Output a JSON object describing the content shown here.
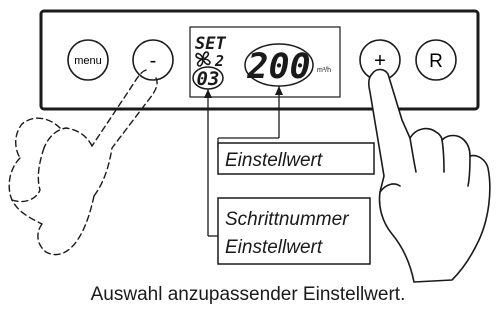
{
  "panel": {
    "buttons": {
      "menu_label": "menu",
      "minus_label": "-",
      "plus_label": "+",
      "reset_label": "R"
    },
    "display": {
      "mode_text": "SET",
      "step_number": "03",
      "setting_value": "200",
      "unit": "m³/h",
      "fan_icon": "fan-icon"
    }
  },
  "callouts": {
    "value_label": "Einstellwert",
    "step_label_line1": "Schrittnummer",
    "step_label_line2": "Einstellwert"
  },
  "caption": "Auswahl anzupassender Einstellwert.",
  "colors": {
    "line": "#1a1a1a",
    "background": "#ffffff"
  }
}
